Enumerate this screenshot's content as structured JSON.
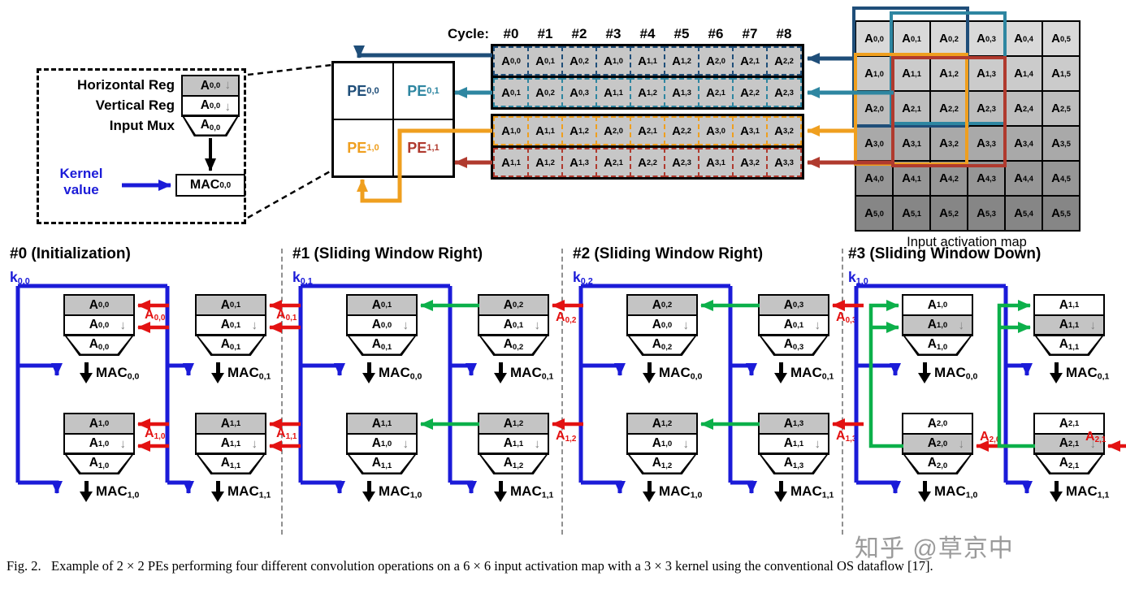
{
  "colors": {
    "pe00_navy": "#1f4e79",
    "pe01_teal": "#2e86a1",
    "pe10_orange": "#ef9f1f",
    "pe11_dark_red": "#b03a2e",
    "kernel_blue": "#1b1bd8",
    "transfer_green": "#0cb04a",
    "input_red": "#e31212",
    "cycle_cell_gray": "#c7c7c7",
    "register_gray": "#c4c4c4"
  },
  "icons": {
    "shift_down": "↓"
  },
  "detail_box": {
    "reg_labels": [
      "Horizontal Reg",
      "Vertical Reg",
      "Input Mux"
    ],
    "kernel_label": "Kernel value",
    "regs": [
      "A|0,0",
      "A|0,0",
      "A|0,0"
    ],
    "mac": "MAC|0,0"
  },
  "pe_array": {
    "cells": [
      "PE|0,0",
      "PE|0,1",
      "PE|1,0",
      "PE|1,1"
    ]
  },
  "cycle_table": {
    "title": "Cycle:",
    "headers": [
      "#0",
      "#1",
      "#2",
      "#3",
      "#4",
      "#5",
      "#6",
      "#7",
      "#8"
    ],
    "rows": [
      [
        "A|0,0",
        "A|0,1",
        "A|0,2",
        "A|1,0",
        "A|1,1",
        "A|1,2",
        "A|2,0",
        "A|2,1",
        "A|2,2"
      ],
      [
        "A|0,1",
        "A|0,2",
        "A|0,3",
        "A|1,1",
        "A|1,2",
        "A|1,3",
        "A|2,1",
        "A|2,2",
        "A|2,3"
      ],
      [
        "A|1,0",
        "A|1,1",
        "A|1,2",
        "A|2,0",
        "A|2,1",
        "A|2,2",
        "A|3,0",
        "A|3,1",
        "A|3,2"
      ],
      [
        "A|1,1",
        "A|1,2",
        "A|1,3",
        "A|2,1",
        "A|2,2",
        "A|2,3",
        "A|3,1",
        "A|3,2",
        "A|3,3"
      ]
    ]
  },
  "input_map": {
    "label": "Input activation map",
    "rows": [
      [
        "A|0,0",
        "A|0,1",
        "A|0,2",
        "A|0,3",
        "A|0,4",
        "A|0,5"
      ],
      [
        "A|1,0",
        "A|1,1",
        "A|1,2",
        "A|1,3",
        "A|1,4",
        "A|1,5"
      ],
      [
        "A|2,0",
        "A|2,1",
        "A|2,2",
        "A|2,3",
        "A|2,4",
        "A|2,5"
      ],
      [
        "A|3,0",
        "A|3,1",
        "A|3,2",
        "A|3,3",
        "A|3,4",
        "A|3,5"
      ],
      [
        "A|4,0",
        "A|4,1",
        "A|4,2",
        "A|4,3",
        "A|4,4",
        "A|4,5"
      ],
      [
        "A|5,0",
        "A|5,1",
        "A|5,2",
        "A|5,3",
        "A|5,4",
        "A|5,5"
      ]
    ]
  },
  "panels": [
    {
      "title": "#0 (Initialization)",
      "kernel": "k|0,0",
      "stacks": [
        {
          "regs": [
            "A|0,0",
            "A|0,0",
            "A|0,0"
          ],
          "mac": "MAC|0,0",
          "input": "A|0,0"
        },
        {
          "regs": [
            "A|0,1",
            "A|0,1",
            "A|0,1"
          ],
          "mac": "MAC|0,1",
          "input": "A|0,1"
        },
        {
          "regs": [
            "A|1,0",
            "A|1,0",
            "A|1,0"
          ],
          "mac": "MAC|1,0",
          "input": "A|1,0"
        },
        {
          "regs": [
            "A|1,1",
            "A|1,1",
            "A|1,1"
          ],
          "mac": "MAC|1,1",
          "input": "A|1,1"
        }
      ]
    },
    {
      "title": "#1 (Sliding Window Right)",
      "kernel": "k|0,1",
      "stacks": [
        {
          "regs": [
            "A|0,1",
            "A|0,0",
            "A|0,1"
          ],
          "mac": "MAC|0,0"
        },
        {
          "regs": [
            "A|0,2",
            "A|0,1",
            "A|0,2"
          ],
          "mac": "MAC|0,1",
          "input": "A|0,2"
        },
        {
          "regs": [
            "A|1,1",
            "A|1,0",
            "A|1,1"
          ],
          "mac": "MAC|1,0"
        },
        {
          "regs": [
            "A|1,2",
            "A|1,1",
            "A|1,2"
          ],
          "mac": "MAC|1,1",
          "input": "A|1,2"
        }
      ]
    },
    {
      "title": "#2 (Sliding Window Right)",
      "kernel": "k|0,2",
      "stacks": [
        {
          "regs": [
            "A|0,2",
            "A|0,0",
            "A|0,2"
          ],
          "mac": "MAC|0,0"
        },
        {
          "regs": [
            "A|0,3",
            "A|0,1",
            "A|0,3"
          ],
          "mac": "MAC|0,1",
          "input": "A|0,3"
        },
        {
          "regs": [
            "A|1,2",
            "A|1,0",
            "A|1,2"
          ],
          "mac": "MAC|1,0"
        },
        {
          "regs": [
            "A|1,3",
            "A|1,1",
            "A|1,3"
          ],
          "mac": "MAC|1,1",
          "input": "A|1,3"
        }
      ]
    },
    {
      "title": "#3 (Sliding Window Down)",
      "kernel": "k|1,0",
      "stacks": [
        {
          "regs": [
            "A|1,0",
            "A|1,0",
            "A|1,0"
          ],
          "mac": "MAC|0,0"
        },
        {
          "regs": [
            "A|1,1",
            "A|1,1",
            "A|1,1"
          ],
          "mac": "MAC|0,1"
        },
        {
          "regs": [
            "A|2,0",
            "A|2,0",
            "A|2,0"
          ],
          "mac": "MAC|1,0",
          "input": "A|2,0"
        },
        {
          "regs": [
            "A|2,1",
            "A|2,1",
            "A|2,1"
          ],
          "mac": "MAC|1,1",
          "input": "A|2,1"
        }
      ]
    }
  ],
  "caption": "Fig. 2.   Example of 2 × 2 PEs performing four different convolution operations on a 6 × 6 input activation map with a 3 × 3 kernel using the conventional OS dataflow [17].",
  "watermark": "知乎 @草京中"
}
